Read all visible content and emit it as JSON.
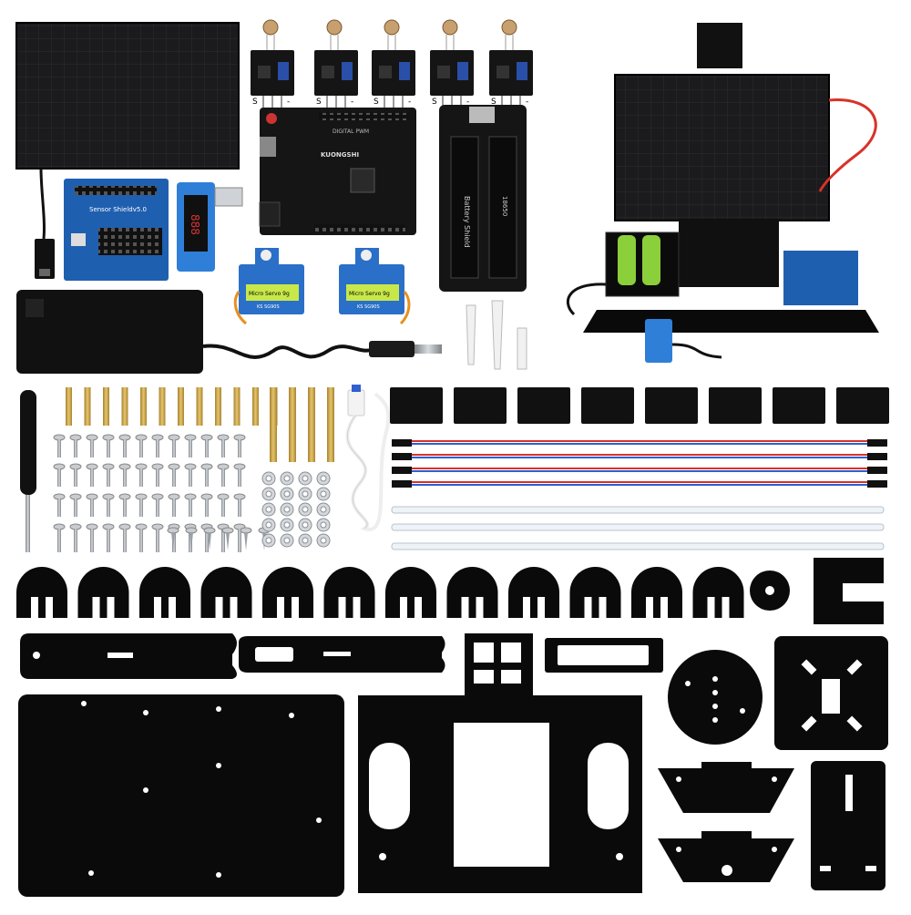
{
  "labels": {
    "arduino_brand": "KUONGSHI",
    "arduino_tag": "DIGITAL PWM",
    "sensor_shield": "Sensor Shieldv5.0",
    "servo_name": "Micro Servo 9g",
    "servo_model": "KS SG90S",
    "voltmeter_digits": "888",
    "battery_shield": "Battery Shield",
    "battery_model": "18650",
    "sensor_pin_s": "S",
    "sensor_pin_minus": "-"
  },
  "colors": {
    "acrylic": "#0a0a0a",
    "pcb_black": "#151515",
    "pcb_blue": "#1f5fb0",
    "solar_cell": "#1b1b1d",
    "servo_blue": "#2a6fc8",
    "brass": "#c9a24a",
    "steel": "#a9adb2",
    "wire_red": "#d8322a",
    "wire_blue": "#2f5fd0",
    "wire_white": "#eeeeee",
    "battery_green": "#8bcf3a"
  },
  "icons": [
    "solar-panel",
    "light-sensor",
    "arduino-board",
    "battery-holder",
    "servo",
    "screwdriver",
    "usb-cable"
  ]
}
